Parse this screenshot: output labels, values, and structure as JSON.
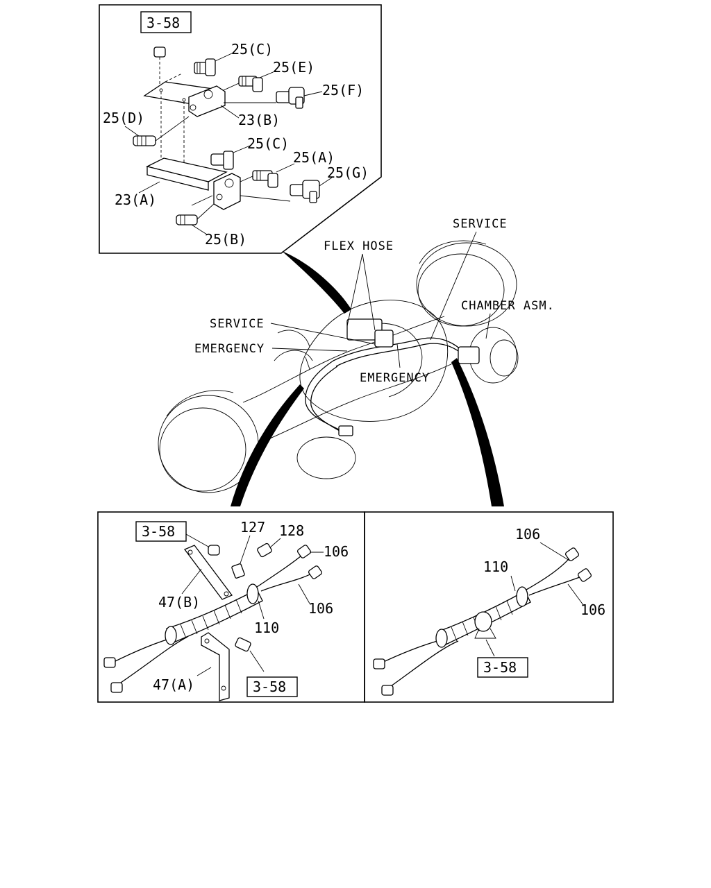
{
  "labels": {
    "ref_box": "3-58",
    "p25c": "25(C)",
    "p25e": "25(E)",
    "p25f": "25(F)",
    "p25d": "25(D)",
    "p23b": "23(B)",
    "p25a": "25(A)",
    "p25g": "25(G)",
    "p23a": "23(A)",
    "p25b": "25(B)",
    "service": "SERVICE",
    "flex_hose": "FLEX HOSE",
    "chamber": "CHAMBER ASM.",
    "emergency": "EMERGENCY",
    "p127": "127",
    "p128": "128",
    "p106": "106",
    "p47b": "47(B)",
    "p110": "110",
    "p47a": "47(A)"
  }
}
